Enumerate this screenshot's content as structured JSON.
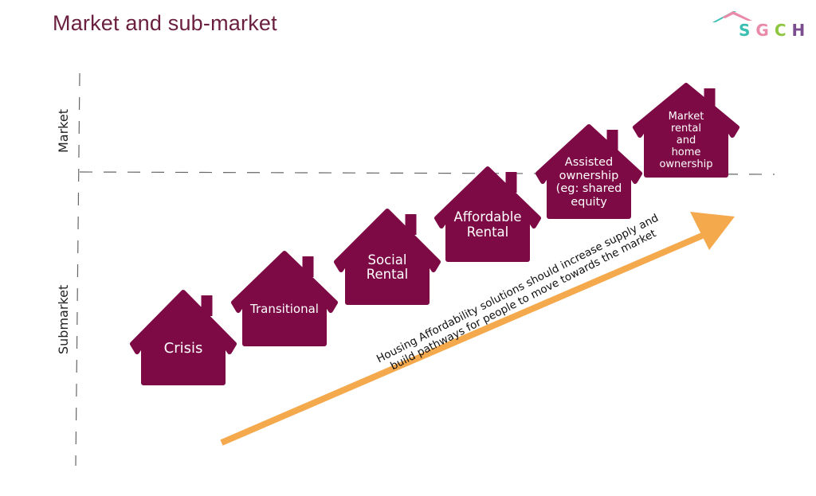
{
  "title": "Market and sub-market",
  "logo": {
    "letters": [
      "S",
      "G",
      "C",
      "H"
    ],
    "letter_colors": [
      "#3bbfb2",
      "#e98aa8",
      "#8dc63f",
      "#7b4d8f"
    ],
    "roof_colors": [
      "#3bbfb2",
      "#e98aa8"
    ]
  },
  "axis": {
    "upper_label": "Market",
    "lower_label": "Submarket"
  },
  "houses": [
    {
      "label": "Crisis"
    },
    {
      "label": "Transitional"
    },
    {
      "label": "Social\nRental"
    },
    {
      "label": "Affordable\nRental"
    },
    {
      "label": "Assisted\nownership\n(eg: shared\nequity"
    },
    {
      "label": "Market\nrental\nand\nhome\nownership"
    }
  ],
  "arrow_text": "Housing Affordability solutions should increase supply and\nbuild pathways for people to move towards the market",
  "colors": {
    "house": "#7d0a45",
    "arrow": "#f5a94d",
    "title": "#6b1f3f"
  }
}
